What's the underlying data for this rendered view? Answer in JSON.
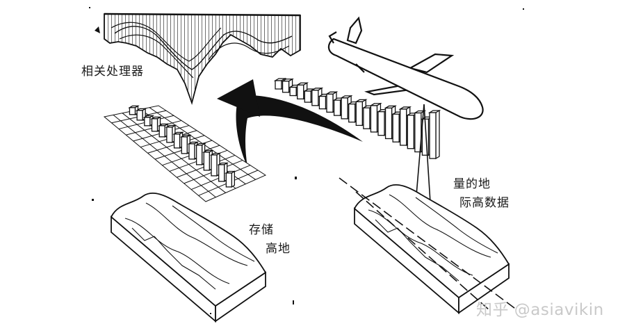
{
  "labels": {
    "correlator": "相关处理器",
    "measured_line1": "量的地",
    "measured_line2": "际高数据",
    "stored_line1": "存储",
    "stored_line2": "高地"
  },
  "watermark": "知乎 @asiavikin",
  "colors": {
    "ink": "#111111",
    "paper": "#ffffff",
    "watermark": "#c9c9c9"
  },
  "icons": [
    "cruise-missile-icon",
    "terrain-block-icon",
    "elevation-bar-grid-icon",
    "correlation-surface-icon",
    "curved-arrow-icon"
  ]
}
